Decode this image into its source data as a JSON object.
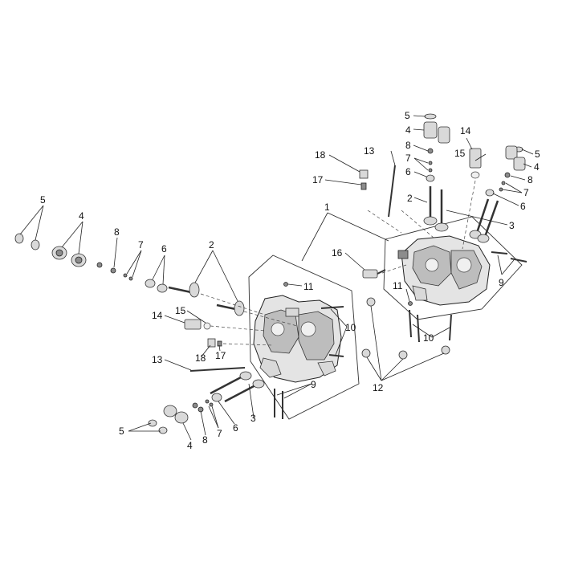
{
  "callouts": [
    {
      "id": "c1",
      "text": "1"
    },
    {
      "id": "c2a",
      "text": "2"
    },
    {
      "id": "c2b",
      "text": "2"
    },
    {
      "id": "c3a",
      "text": "3"
    },
    {
      "id": "c3b",
      "text": "3"
    },
    {
      "id": "c4a",
      "text": "4"
    },
    {
      "id": "c4b",
      "text": "4"
    },
    {
      "id": "c4c",
      "text": "4"
    },
    {
      "id": "c4d",
      "text": "4"
    },
    {
      "id": "c5a",
      "text": "5"
    },
    {
      "id": "c5b",
      "text": "5"
    },
    {
      "id": "c5c",
      "text": "5"
    },
    {
      "id": "c5d",
      "text": "5"
    },
    {
      "id": "c6a",
      "text": "6"
    },
    {
      "id": "c6b",
      "text": "6"
    },
    {
      "id": "c6c",
      "text": "6"
    },
    {
      "id": "c6d",
      "text": "6"
    },
    {
      "id": "c7a",
      "text": "7"
    },
    {
      "id": "c7b",
      "text": "7"
    },
    {
      "id": "c7c",
      "text": "7"
    },
    {
      "id": "c7d",
      "text": "7"
    },
    {
      "id": "c8a",
      "text": "8"
    },
    {
      "id": "c8b",
      "text": "8"
    },
    {
      "id": "c8c",
      "text": "8"
    },
    {
      "id": "c8d",
      "text": "8"
    },
    {
      "id": "c9a",
      "text": "9"
    },
    {
      "id": "c9b",
      "text": "9"
    },
    {
      "id": "c10a",
      "text": "10"
    },
    {
      "id": "c10b",
      "text": "10"
    },
    {
      "id": "c11a",
      "text": "11"
    },
    {
      "id": "c11b",
      "text": "11"
    },
    {
      "id": "c12",
      "text": "12"
    },
    {
      "id": "c13a",
      "text": "13"
    },
    {
      "id": "c13b",
      "text": "13"
    },
    {
      "id": "c14a",
      "text": "14"
    },
    {
      "id": "c14b",
      "text": "14"
    },
    {
      "id": "c15a",
      "text": "15"
    },
    {
      "id": "c15b",
      "text": "15"
    },
    {
      "id": "c16",
      "text": "16"
    },
    {
      "id": "c17a",
      "text": "17"
    },
    {
      "id": "c17b",
      "text": "17"
    },
    {
      "id": "c18a",
      "text": "18"
    },
    {
      "id": "c18b",
      "text": "18"
    }
  ]
}
